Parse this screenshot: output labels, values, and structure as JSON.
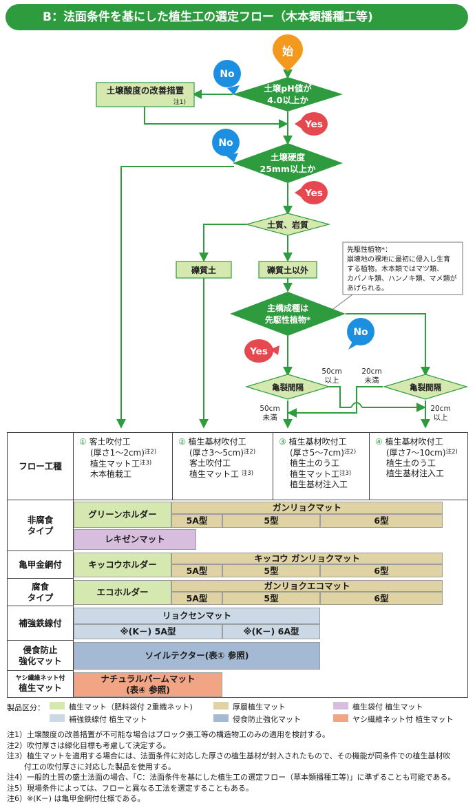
{
  "header": {
    "title": "B：法面条件を基にした植生工の選定フロー（木本類播種工等)"
  },
  "flow": {
    "start": "始",
    "q1": [
      "土壌pH値が",
      "4.0以上か"
    ],
    "q1_no": "No",
    "q1_yes": "Yes",
    "improve": "土壌酸度の改善措置",
    "improve_note": "注1)",
    "q2": [
      "土壌硬度",
      "25mm以上か"
    ],
    "q2_no": "No",
    "q2_yes": "Yes",
    "q3": "土質、岩質",
    "gravel": "礫質土",
    "nongravel": "礫質土以外",
    "callout": [
      "先駆性植物*：",
      "崩壊地の裸地に最初に侵入し生育",
      "する植物。木本類ではマツ類、",
      "カバノキ類、ハンノキ類、マメ類が",
      "あげられる。"
    ],
    "q4": [
      "主構成種は",
      "先駆性植物*"
    ],
    "q4_yes": "Yes",
    "q4_no": "No",
    "crack_l": "亀裂間隔",
    "crack_r": "亀裂間隔",
    "lbl_50_over": [
      "50cm",
      "以上"
    ],
    "lbl_20_under": [
      "20cm",
      "未満"
    ],
    "lbl_50_under": [
      "50cm",
      "未満"
    ],
    "lbl_20_over": [
      "20cm",
      "以上"
    ]
  },
  "table": {
    "flow_label": "フロー工種",
    "col1": {
      "num": "①",
      "l1": "客土吹付工",
      "l2": "(厚さ1～2cm)",
      "l2n": "注2)",
      "l3": "植生マット工",
      "l3n": "注3)",
      "l4": "木本植栽工"
    },
    "col2": {
      "num": "②",
      "l1": "植生基材吹付工",
      "l2": "(厚さ3～5cm)",
      "l2n": "注2)",
      "l3": "客土吹付工",
      "l4": "植生マット工",
      "l4n": "注3)"
    },
    "col3": {
      "num": "③",
      "l1": "植生基材吹付工",
      "l2": "(厚さ5～7cm)",
      "l2n": "注2)",
      "l3": "植生土のう工",
      "l4": "植生マット工",
      "l4n": "注3)",
      "l5": "植生基材注入工"
    },
    "col4": {
      "num": "④",
      "l1": "植生基材吹付工",
      "l2": "(厚さ7～10cm)",
      "l2n": "注2)",
      "l3": "植生土のう工",
      "l4": "植生基材注入工"
    },
    "r1_head": "非腐食\nタイプ",
    "r1_green": "グリーンホルダー",
    "r1_tan": "ガンリョクマット",
    "r1_5a": "5A型",
    "r1_5": "5型",
    "r1_6": "6型",
    "r1_lav": "レキゼンマット",
    "r2_head": "亀甲金網付",
    "r2_green": "キッコウホルダー",
    "r2_tan": "キッコウ ガンリョクマット",
    "r2_5a": "5A型",
    "r2_5": "5型",
    "r2_6": "6型",
    "r3_head": "腐食\nタイプ",
    "r3_green": "エコホルダー",
    "r3_tan": "ガンリョクエコマット",
    "r3_5a": "5A型",
    "r3_5": "5型",
    "r3_6": "6型",
    "r4_head": "補強鉄線付",
    "r4_top": "リョクセンマット",
    "r4_a": "※(K－) 5A型",
    "r4_b": "※(K－) 6A型",
    "r5_head": "侵食防止\n強化マット",
    "r5_val": "ソイルテクター(表① 参照)",
    "r6_head_small": "ヤシ繊維ネット付",
    "r6_head": "植生マット",
    "r6_val1": "ナチュラルパームマット",
    "r6_val2": "(表④ 参照)"
  },
  "legend": {
    "label": "製品区分：",
    "items": [
      {
        "text": "植生マット（肥料袋付 2重織ネット)",
        "color": "#d4e8b0"
      },
      {
        "text": "厚層植生マット",
        "color": "#dfd3a3"
      },
      {
        "text": "植生袋付 植生マット",
        "color": "#d8bede"
      },
      {
        "text": "補強鉄線付 植生マット",
        "color": "#cbd9e6"
      },
      {
        "text": "侵食防止強化マット",
        "color": "#a4b9d4"
      },
      {
        "text": "ヤシ繊維ネット付 植生マット",
        "color": "#f1a585"
      }
    ]
  },
  "notes": {
    "n1": "注1）土壌酸度の改善措置が不可能な場合はブロック張工等の構造物工のみの適用を検討する。",
    "n2": "注2）吹付厚さは緑化目標も考慮して決定する。",
    "n3a": "注3）植生マットを適用する場合には、法面条件に対応した厚さの植生基材が封入されたもので、その機能が同条件での植生基材吹",
    "n3b": "付工の吹付厚さに対応した製品を使用する。",
    "n4": "注4）一般的土質の盛土法面の場合、「C：法面条件を基にした植生工の選定フロー（草本類播種工等)」に準ずることも可能である。",
    "n5": "注5）現場条件によっては、フローと異なる工法を選定することもある。",
    "n6": "注6）※(K－) は亀甲金網付仕様である。"
  },
  "colors": {
    "green": "#2e9c3e",
    "orange": "#f39a1e",
    "no_blue": "#1d8fe0",
    "yes_red": "#e6484f",
    "light_green": "#d4e8b0"
  }
}
